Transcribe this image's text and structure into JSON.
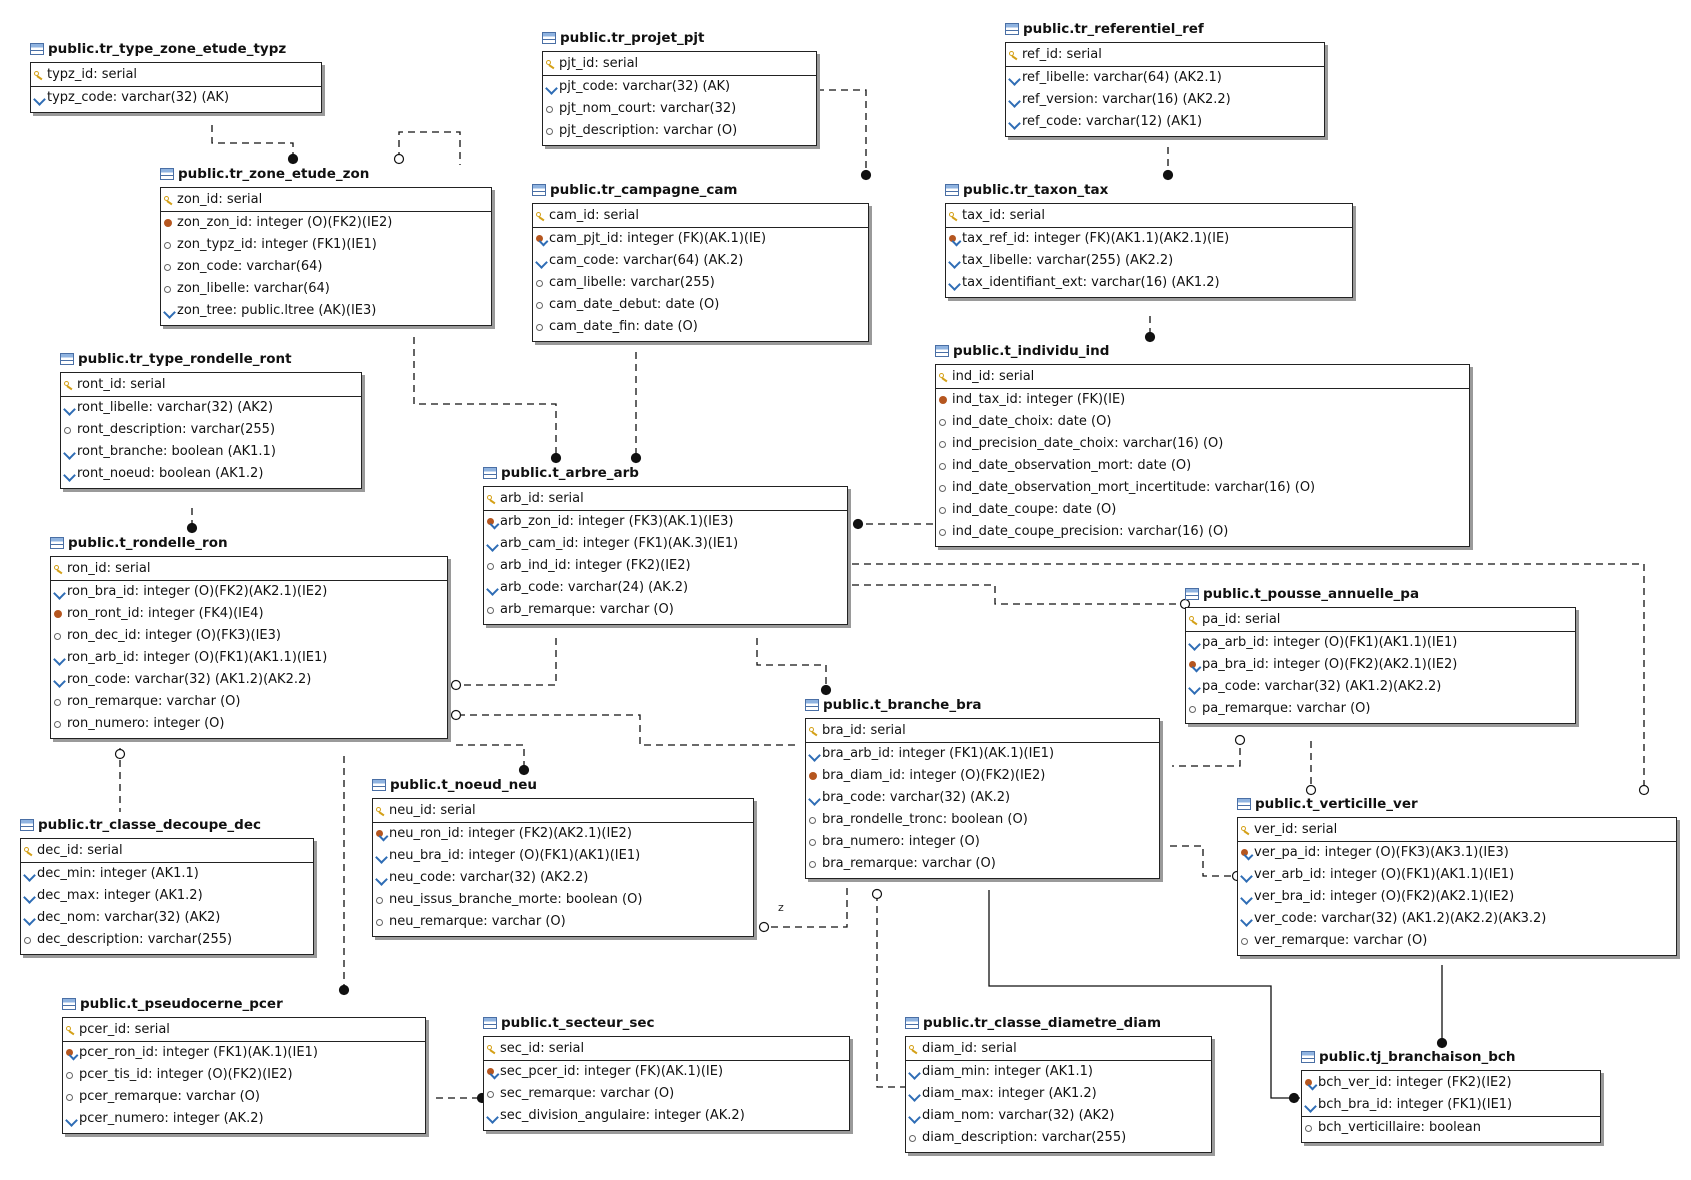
{
  "tables": {
    "tr_type_zone_etude_typz": {
      "title": "public.tr_type_zone_etude_typz",
      "rows": [
        {
          "text": "typz_id: serial",
          "icon": "key-icon"
        },
        {
          "text": "typz_code: varchar(32) (AK)",
          "icon": "alt-key-icon"
        }
      ]
    },
    "tr_projet_pjt": {
      "title": "public.tr_projet_pjt",
      "rows": [
        {
          "text": "pjt_id: serial",
          "icon": "key-icon"
        },
        {
          "text": "pjt_code: varchar(32) (AK)",
          "icon": "alt-key-icon"
        },
        {
          "text": "pjt_nom_court: varchar(32)",
          "icon": "optional-icon"
        },
        {
          "text": "pjt_description: varchar (O)",
          "icon": "optional-icon"
        }
      ]
    },
    "tr_referentiel_ref": {
      "title": "public.tr_referentiel_ref",
      "rows": [
        {
          "text": "ref_id: serial",
          "icon": "key-icon"
        },
        {
          "text": "ref_libelle: varchar(64) (AK2.1)",
          "icon": "alt-key-icon"
        },
        {
          "text": "ref_version: varchar(16) (AK2.2)",
          "icon": "alt-key-icon"
        },
        {
          "text": "ref_code: varchar(12) (AK1)",
          "icon": "alt-key-icon"
        }
      ]
    },
    "tr_zone_etude_zon": {
      "title": "public.tr_zone_etude_zon",
      "rows": [
        {
          "text": "zon_id: serial",
          "icon": "key-icon"
        },
        {
          "text": "zon_zon_id: integer (O)(FK2)(IE2)",
          "icon": "foreign-key-icon"
        },
        {
          "text": "zon_typz_id: integer (FK1)(IE1)",
          "icon": "optional-icon"
        },
        {
          "text": "zon_code: varchar(64)",
          "icon": "optional-icon"
        },
        {
          "text": "zon_libelle: varchar(64)",
          "icon": "optional-icon"
        },
        {
          "text": "zon_tree: public.ltree (AK)(IE3)",
          "icon": "alt-key-icon"
        }
      ]
    },
    "tr_campagne_cam": {
      "title": "public.tr_campagne_cam",
      "rows": [
        {
          "text": "cam_id: serial",
          "icon": "key-icon"
        },
        {
          "text": "cam_pjt_id: integer (FK)(AK.1)(IE)",
          "icon": "foreign-alt-key-icon"
        },
        {
          "text": "cam_code: varchar(64) (AK.2)",
          "icon": "alt-key-icon"
        },
        {
          "text": "cam_libelle: varchar(255)",
          "icon": "optional-icon"
        },
        {
          "text": "cam_date_debut: date (O)",
          "icon": "optional-icon"
        },
        {
          "text": "cam_date_fin: date (O)",
          "icon": "optional-icon"
        }
      ]
    },
    "tr_taxon_tax": {
      "title": "public.tr_taxon_tax",
      "rows": [
        {
          "text": "tax_id: serial",
          "icon": "key-icon"
        },
        {
          "text": "tax_ref_id: integer (FK)(AK1.1)(AK2.1)(IE)",
          "icon": "foreign-alt-key-icon"
        },
        {
          "text": "tax_libelle: varchar(255) (AK2.2)",
          "icon": "alt-key-icon"
        },
        {
          "text": "tax_identifiant_ext: varchar(16) (AK1.2)",
          "icon": "alt-key-icon"
        }
      ]
    },
    "t_individu_ind": {
      "title": "public.t_individu_ind",
      "rows": [
        {
          "text": "ind_id: serial",
          "icon": "key-icon"
        },
        {
          "text": "ind_tax_id: integer (FK)(IE)",
          "icon": "foreign-key-icon"
        },
        {
          "text": "ind_date_choix: date (O)",
          "icon": "optional-icon"
        },
        {
          "text": "ind_precision_date_choix: varchar(16) (O)",
          "icon": "optional-icon"
        },
        {
          "text": "ind_date_observation_mort: date (O)",
          "icon": "optional-icon"
        },
        {
          "text": "ind_date_observation_mort_incertitude: varchar(16) (O)",
          "icon": "optional-icon"
        },
        {
          "text": "ind_date_coupe: date (O)",
          "icon": "optional-icon"
        },
        {
          "text": "ind_date_coupe_precision: varchar(16) (O)",
          "icon": "optional-icon"
        }
      ]
    },
    "tr_type_rondelle_ront": {
      "title": "public.tr_type_rondelle_ront",
      "rows": [
        {
          "text": "ront_id: serial",
          "icon": "key-icon"
        },
        {
          "text": "ront_libelle: varchar(32) (AK2)",
          "icon": "alt-key-icon"
        },
        {
          "text": "ront_description: varchar(255)",
          "icon": "optional-icon"
        },
        {
          "text": "ront_branche: boolean (AK1.1)",
          "icon": "alt-key-icon"
        },
        {
          "text": "ront_noeud: boolean (AK1.2)",
          "icon": "alt-key-icon"
        }
      ]
    },
    "t_arbre_arb": {
      "title": "public.t_arbre_arb",
      "rows": [
        {
          "text": "arb_id: serial",
          "icon": "key-icon"
        },
        {
          "text": "arb_zon_id: integer (FK3)(AK.1)(IE3)",
          "icon": "foreign-alt-key-icon"
        },
        {
          "text": "arb_cam_id: integer (FK1)(AK.3)(IE1)",
          "icon": "alt-key-icon"
        },
        {
          "text": "arb_ind_id: integer (FK2)(IE2)",
          "icon": "optional-icon"
        },
        {
          "text": "arb_code: varchar(24) (AK.2)",
          "icon": "alt-key-icon"
        },
        {
          "text": "arb_remarque: varchar (O)",
          "icon": "optional-icon"
        }
      ]
    },
    "t_rondelle_ron": {
      "title": "public.t_rondelle_ron",
      "rows": [
        {
          "text": "ron_id: serial",
          "icon": "key-icon"
        },
        {
          "text": "ron_bra_id: integer (O)(FK2)(AK2.1)(IE2)",
          "icon": "alt-key-icon"
        },
        {
          "text": "ron_ront_id: integer (FK4)(IE4)",
          "icon": "foreign-key-icon"
        },
        {
          "text": "ron_dec_id: integer (O)(FK3)(IE3)",
          "icon": "optional-icon"
        },
        {
          "text": "ron_arb_id: integer (O)(FK1)(AK1.1)(IE1)",
          "icon": "alt-key-icon"
        },
        {
          "text": "ron_code: varchar(32) (AK1.2)(AK2.2)",
          "icon": "alt-key-icon"
        },
        {
          "text": "ron_remarque: varchar (O)",
          "icon": "optional-icon"
        },
        {
          "text": "ron_numero: integer (O)",
          "icon": "optional-icon"
        }
      ]
    },
    "t_pousse_annuelle_pa": {
      "title": "public.t_pousse_annuelle_pa",
      "rows": [
        {
          "text": "pa_id: serial",
          "icon": "key-icon"
        },
        {
          "text": "pa_arb_id: integer (O)(FK1)(AK1.1)(IE1)",
          "icon": "alt-key-icon"
        },
        {
          "text": "pa_bra_id: integer (O)(FK2)(AK2.1)(IE2)",
          "icon": "foreign-alt-key-icon"
        },
        {
          "text": "pa_code: varchar(32) (AK1.2)(AK2.2)",
          "icon": "alt-key-icon"
        },
        {
          "text": "pa_remarque: varchar (O)",
          "icon": "optional-icon"
        }
      ]
    },
    "t_branche_bra": {
      "title": "public.t_branche_bra",
      "rows": [
        {
          "text": "bra_id: serial",
          "icon": "key-icon"
        },
        {
          "text": "bra_arb_id: integer (FK1)(AK.1)(IE1)",
          "icon": "alt-key-icon"
        },
        {
          "text": "bra_diam_id: integer (O)(FK2)(IE2)",
          "icon": "foreign-key-icon"
        },
        {
          "text": "bra_code: varchar(32) (AK.2)",
          "icon": "alt-key-icon"
        },
        {
          "text": "bra_rondelle_tronc: boolean (O)",
          "icon": "optional-icon"
        },
        {
          "text": "bra_numero: integer (O)",
          "icon": "optional-icon"
        },
        {
          "text": "bra_remarque: varchar (O)",
          "icon": "optional-icon"
        }
      ]
    },
    "t_noeud_neu": {
      "title": "public.t_noeud_neu",
      "rows": [
        {
          "text": "neu_id: serial",
          "icon": "key-icon"
        },
        {
          "text": "neu_ron_id: integer (FK2)(AK2.1)(IE2)",
          "icon": "foreign-alt-key-icon"
        },
        {
          "text": "neu_bra_id: integer (O)(FK1)(AK1)(IE1)",
          "icon": "alt-key-icon"
        },
        {
          "text": "neu_code: varchar(32) (AK2.2)",
          "icon": "alt-key-icon"
        },
        {
          "text": "neu_issus_branche_morte: boolean (O)",
          "icon": "optional-icon"
        },
        {
          "text": "neu_remarque: varchar (O)",
          "icon": "optional-icon"
        }
      ]
    },
    "tr_classe_decoupe_dec": {
      "title": "public.tr_classe_decoupe_dec",
      "rows": [
        {
          "text": "dec_id: serial",
          "icon": "key-icon"
        },
        {
          "text": "dec_min: integer (AK1.1)",
          "icon": "alt-key-icon"
        },
        {
          "text": "dec_max: integer (AK1.2)",
          "icon": "alt-key-icon"
        },
        {
          "text": "dec_nom: varchar(32) (AK2)",
          "icon": "alt-key-icon"
        },
        {
          "text": "dec_description: varchar(255)",
          "icon": "optional-icon"
        }
      ]
    },
    "t_verticille_ver": {
      "title": "public.t_verticille_ver",
      "rows": [
        {
          "text": "ver_id: serial",
          "icon": "key-icon"
        },
        {
          "text": "ver_pa_id: integer (O)(FK3)(AK3.1)(IE3)",
          "icon": "foreign-alt-key-icon"
        },
        {
          "text": "ver_arb_id: integer (O)(FK1)(AK1.1)(IE1)",
          "icon": "alt-key-icon"
        },
        {
          "text": "ver_bra_id: integer (O)(FK2)(AK2.1)(IE2)",
          "icon": "alt-key-icon"
        },
        {
          "text": "ver_code: varchar(32) (AK1.2)(AK2.2)(AK3.2)",
          "icon": "alt-key-icon"
        },
        {
          "text": "ver_remarque: varchar (O)",
          "icon": "optional-icon"
        }
      ]
    },
    "t_pseudocerne_pcer": {
      "title": "public.t_pseudocerne_pcer",
      "rows": [
        {
          "text": "pcer_id: serial",
          "icon": "key-icon"
        },
        {
          "text": "pcer_ron_id: integer (FK1)(AK.1)(IE1)",
          "icon": "foreign-alt-key-icon"
        },
        {
          "text": "pcer_tis_id: integer (O)(FK2)(IE2)",
          "icon": "optional-icon"
        },
        {
          "text": "pcer_remarque: varchar (O)",
          "icon": "optional-icon"
        },
        {
          "text": "pcer_numero: integer (AK.2)",
          "icon": "alt-key-icon"
        }
      ]
    },
    "t_secteur_sec": {
      "title": "public.t_secteur_sec",
      "rows": [
        {
          "text": "sec_id: serial",
          "icon": "key-icon"
        },
        {
          "text": "sec_pcer_id: integer (FK)(AK.1)(IE)",
          "icon": "foreign-alt-key-icon"
        },
        {
          "text": "sec_remarque: varchar (O)",
          "icon": "optional-icon"
        },
        {
          "text": "sec_division_angulaire: integer (AK.2)",
          "icon": "alt-key-icon"
        }
      ]
    },
    "tr_classe_diametre_diam": {
      "title": "public.tr_classe_diametre_diam",
      "rows": [
        {
          "text": "diam_id: serial",
          "icon": "key-icon"
        },
        {
          "text": "diam_min: integer (AK1.1)",
          "icon": "alt-key-icon"
        },
        {
          "text": "diam_max: integer (AK1.2)",
          "icon": "alt-key-icon"
        },
        {
          "text": "diam_nom: varchar(32) (AK2)",
          "icon": "alt-key-icon"
        },
        {
          "text": "diam_description: varchar(255)",
          "icon": "optional-icon"
        }
      ]
    },
    "tj_branchaison_bch": {
      "title": "public.tj_branchaison_bch",
      "rows": [
        {
          "text": "bch_ver_id: integer (FK2)(IE2)",
          "icon": "foreign-alt-key-icon"
        },
        {
          "text": "bch_bra_id: integer (FK1)(IE1)",
          "icon": "alt-key-icon"
        },
        {
          "text": "bch_verticillaire: boolean",
          "icon": "optional-icon"
        }
      ]
    }
  },
  "labels": {
    "z_marker": "z"
  },
  "colors": {
    "border": "#222222",
    "shadow": "#9a9a9a",
    "pk_icon": "#d4a017",
    "ak_icon": "#2f6db5",
    "fk_icon": "#b5561f"
  }
}
